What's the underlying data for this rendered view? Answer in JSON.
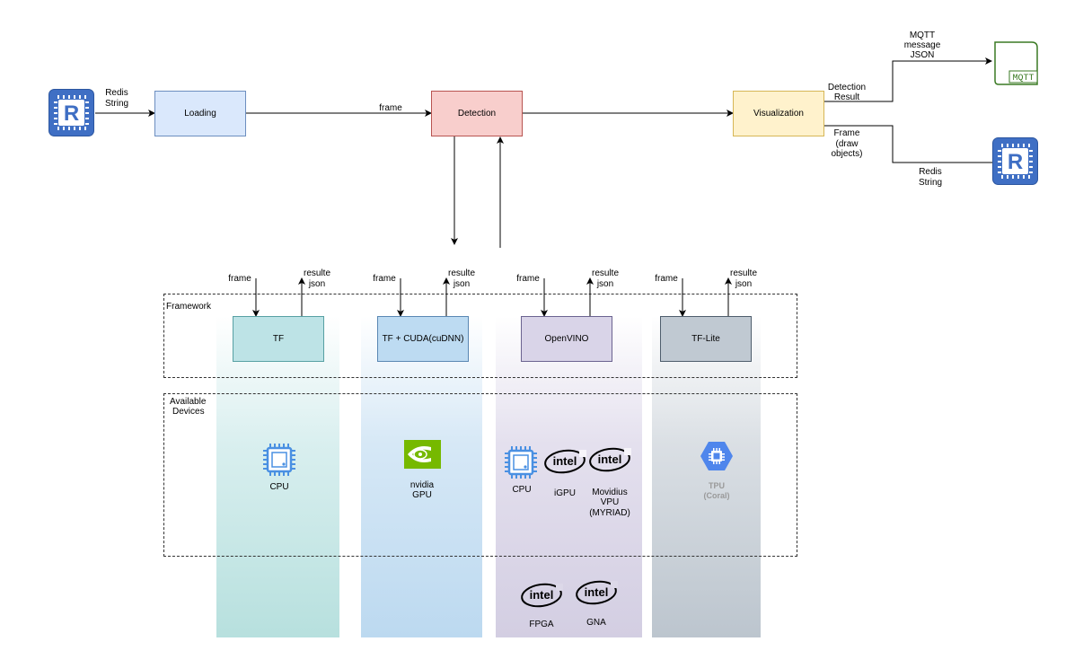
{
  "pipeline": {
    "input_label": [
      "Redis",
      "String"
    ],
    "loading": "Loading",
    "frame_label": "frame",
    "detection": "Detection",
    "visualization": "Visualization",
    "detection_result_label": [
      "Detection",
      "Result"
    ],
    "mqtt_message_label": [
      "MQTT",
      "message",
      "JSON"
    ],
    "mqtt_icon_text": "MQTT",
    "frame_draw_label": [
      "Frame",
      "(draw",
      "objects)"
    ],
    "output_label": [
      "Redis",
      "String"
    ],
    "redis_icon_letter": "R"
  },
  "sections": {
    "framework": "Framework",
    "devices": [
      "Available",
      "Devices"
    ]
  },
  "columns": [
    {
      "id": "tf",
      "frame": "frame",
      "result": [
        "resulte",
        "json"
      ],
      "framework": "TF",
      "color": "#b1dddf",
      "box_fill": "#bde3e6",
      "box_border": "#57a0a3",
      "devices": [
        {
          "name": [
            "CPU"
          ],
          "icon": "cpu-icon"
        }
      ]
    },
    {
      "id": "cuda",
      "frame": "frame",
      "result": [
        "resulte",
        "json"
      ],
      "framework": "TF + CUDA(cuDNN)",
      "color": "#bcd9f0",
      "box_fill": "#bddbf2",
      "box_border": "#5a87b3",
      "devices": [
        {
          "name": [
            "nvidia",
            "GPU"
          ],
          "icon": "nvidia-icon"
        }
      ]
    },
    {
      "id": "openvino",
      "frame": "frame",
      "result": [
        "resulte",
        "json"
      ],
      "framework": "OpenVINO",
      "color": "#d6d1e4",
      "box_fill": "#d9d4e8",
      "box_border": "#6b6390",
      "devices": [
        {
          "name": [
            "CPU"
          ],
          "icon": "cpu-icon"
        },
        {
          "name": [
            "iGPU"
          ],
          "icon": "intel-logo"
        },
        {
          "name": [
            "Movidius",
            "VPU",
            "(MYRIAD)"
          ],
          "icon": "intel-logo"
        },
        {
          "name": [
            "FPGA"
          ],
          "icon": "intel-logo"
        },
        {
          "name": [
            "GNA"
          ],
          "icon": "intel-logo"
        }
      ]
    },
    {
      "id": "tflite",
      "frame": "frame",
      "result": [
        "resulte",
        "json"
      ],
      "framework": "TF-Lite",
      "color": "#bcc5ce",
      "box_fill": "#c0c9d2",
      "box_border": "#4e5d6c",
      "devices": [
        {
          "name": [
            "TPU",
            "(Coral)"
          ],
          "icon": "google-tpu-icon"
        }
      ]
    }
  ]
}
